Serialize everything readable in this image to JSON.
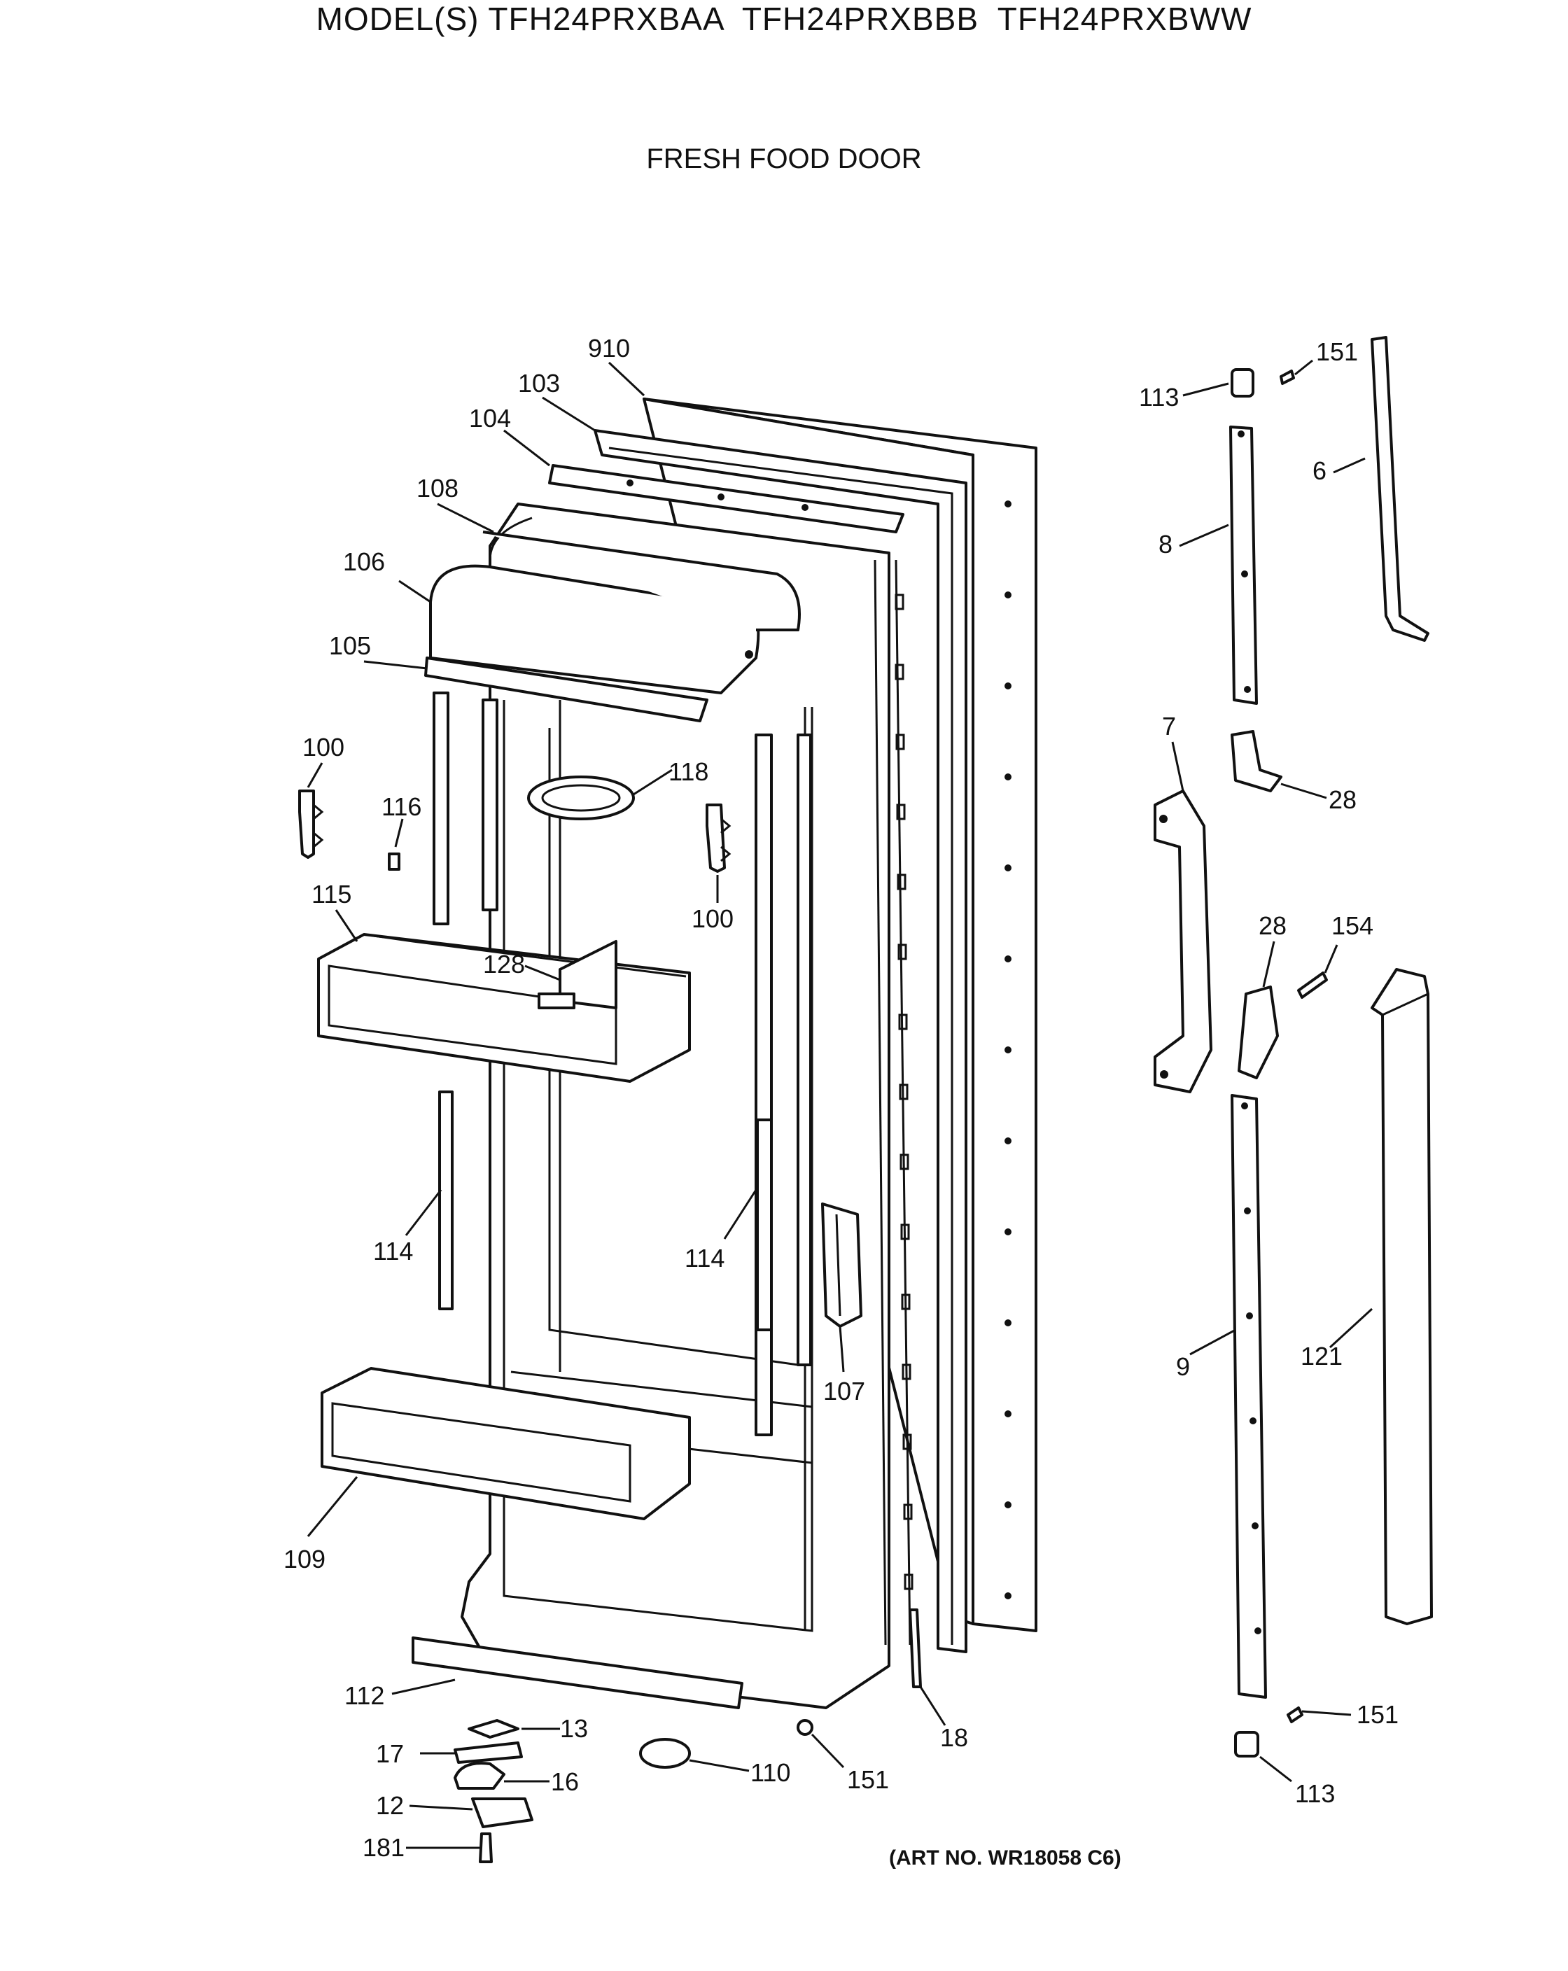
{
  "header": {
    "model_title": "MODEL(S) TFH24PRXBAA  TFH24PRXBBB  TFH24PRXBWW",
    "section_title": "FRESH FOOD DOOR"
  },
  "footer": {
    "art_number": "(ART NO. WR18058 C6)"
  },
  "callouts": {
    "c910": "910",
    "c103": "103",
    "c104": "104",
    "c108": "108",
    "c106": "106",
    "c105": "105",
    "c100a": "100",
    "c116": "116",
    "c118": "118",
    "c100b": "100",
    "c115": "115",
    "c128": "128",
    "c114a": "114",
    "c114b": "114",
    "c107": "107",
    "c109": "109",
    "c112": "112",
    "c13": "13",
    "c17": "17",
    "c16": "16",
    "c12": "12",
    "c181": "181",
    "c110": "110",
    "c151a": "151",
    "c18": "18",
    "c113a": "113",
    "c151b": "151",
    "c6": "6",
    "c8": "8",
    "c7": "7",
    "c28a": "28",
    "c28b": "28",
    "c154": "154",
    "c9": "9",
    "c121": "121",
    "c151c": "151",
    "c113b": "113"
  }
}
